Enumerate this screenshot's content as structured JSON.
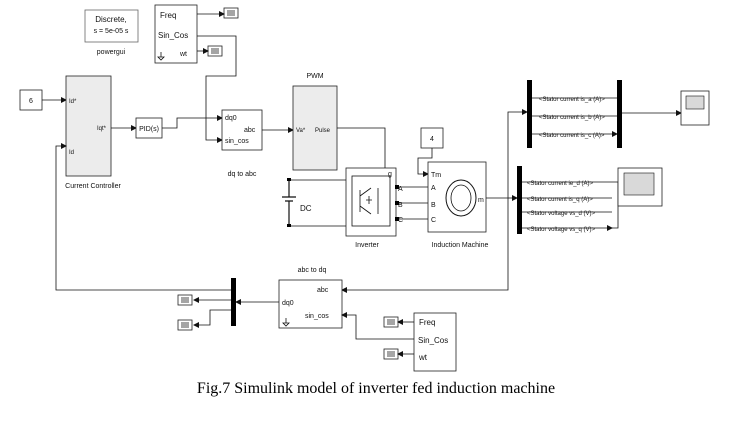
{
  "powergui": {
    "line1": "Discrete,",
    "line2": "s = 5e-05 s",
    "label": "powergui"
  },
  "clock_top": {
    "out1": "Freq",
    "out2": "Sin_Cos",
    "in": "wt"
  },
  "clock_bottom": {
    "out1": "Freq",
    "out2": "Sin_Cos",
    "in": "wt"
  },
  "const_id": {
    "value": "6"
  },
  "const_tm": {
    "value": "4"
  },
  "current_controller": {
    "in1": "Id*",
    "out": "Iqt*",
    "in2": "Id",
    "label": "Current Controller"
  },
  "pid": {
    "label": "PID(s)"
  },
  "dq_to_abc": {
    "in1": "dq0",
    "in2": "sin_cos",
    "out": "abc",
    "label": "dq to abc"
  },
  "pwm": {
    "title": "PWM",
    "in": "Va*",
    "out": "Pulse"
  },
  "dc_source": {
    "label": "DC"
  },
  "inverter": {
    "port_g": "g",
    "port_a": "A",
    "port_b": "B",
    "port_c": "C",
    "label": "Inverter"
  },
  "induction_machine": {
    "port_tm": "Tm",
    "port_a": "A",
    "port_b": "B",
    "port_c": "C",
    "port_m": "m",
    "label": "Induction Machine"
  },
  "bus_selector_1": {
    "signals": [
      "<Stator current is_a (A)>",
      "<Stator current is_b (A)>",
      "<Stator current is_c (A)>"
    ]
  },
  "bus_selector_2": {
    "signals": [
      "<Stator current ie_d (A)>",
      "<Stator current is_q (A)>",
      "<Stator voltage vs_d (V)>",
      "<Stator voltage vs_q (V)>"
    ]
  },
  "abc_to_dq": {
    "title": "abc to dq",
    "in1": "abc",
    "out": "dq0",
    "in2": "sin_cos"
  },
  "caption": "Fig.7 Simulink model of inverter fed induction machine",
  "colors": {
    "line": "#111111",
    "bus": "#000000",
    "scope_screen": "#d9d9d9"
  }
}
